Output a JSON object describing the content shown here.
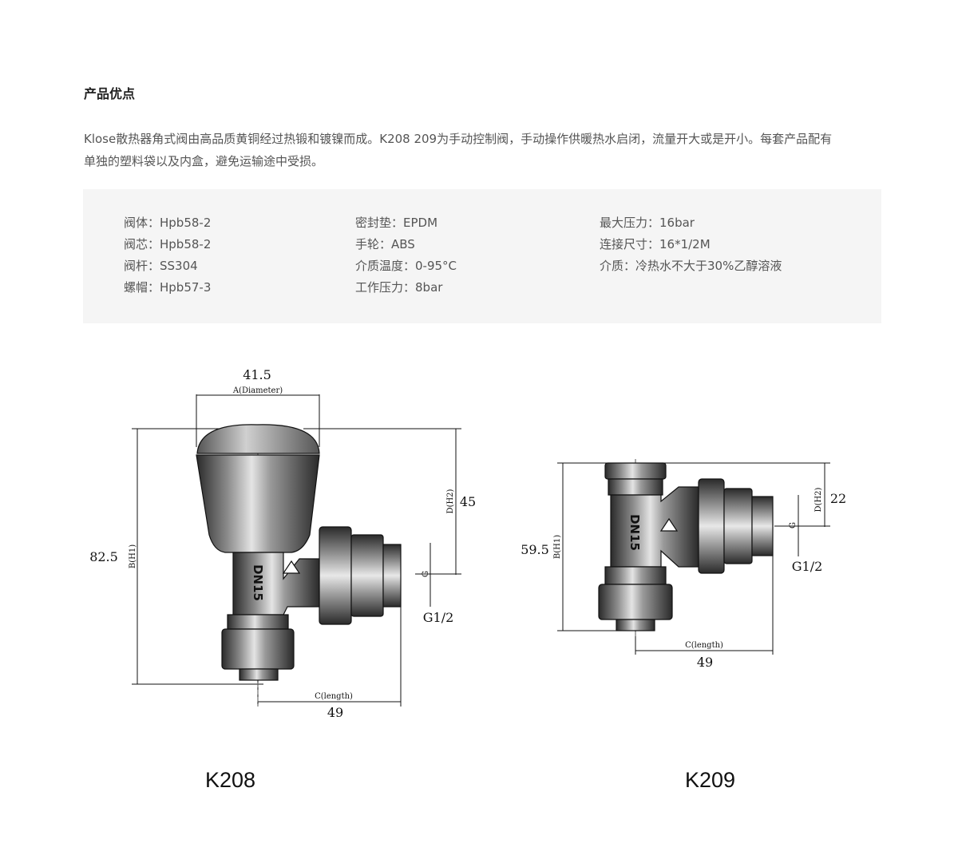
{
  "section": {
    "title": "产品优点",
    "intro_line1": "Klose散热器角式阀由高品质黄铜经过热锻和镀镍而成。K208 209为手动控制阀，手动操作供暖热水启闭，流量开大或是开小。每套产品配有",
    "intro_line2": "单独的塑料袋以及内盒，避免运输途中受损。"
  },
  "specs": {
    "columns": [
      [
        "阀体：Hpb58-2",
        "阀芯：Hpb58-2",
        "阀杆：SS304",
        "螺帽：Hpb57-3"
      ],
      [
        "密封垫：EPDM",
        "手轮：ABS",
        "介质温度：0-95°C",
        "工作压力：8bar"
      ],
      [
        "最大压力：16bar",
        "连接尺寸：16*1/2M",
        "介质：冷热水不大于30%乙醇溶液"
      ]
    ]
  },
  "drawings": {
    "k208": {
      "model": "K208",
      "diameter_value": "41.5",
      "diameter_label": "A(Diameter)",
      "height_value": "82.5",
      "height_label": "B(H1)",
      "d_label": "D(H2)",
      "d_value": "45",
      "g_label": "G",
      "g_value": "G1/2",
      "length_label": "C(length)",
      "length_value": "49",
      "body_mark": "DN15"
    },
    "k209": {
      "model": "K209",
      "height_value": "59.5",
      "height_label": "B(H1)",
      "d_label": "D(H2)",
      "d_value": "22",
      "g_label": "G",
      "g_value": "G1/2",
      "length_label": "C(length)",
      "length_value": "49",
      "body_mark": "DN15"
    }
  },
  "colors": {
    "panel_bg": "#f5f5f5",
    "text": "#555555",
    "line": "#111111"
  }
}
